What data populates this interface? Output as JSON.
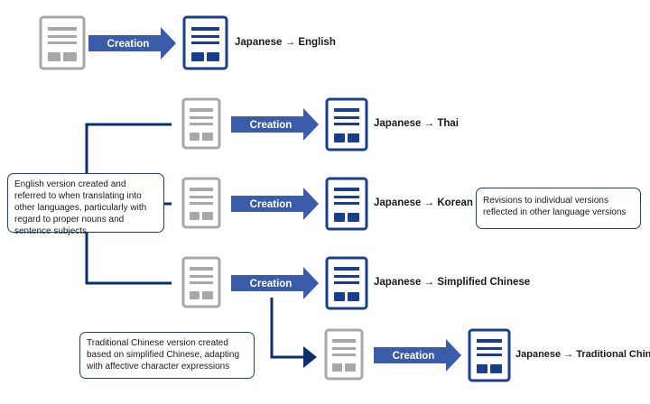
{
  "arrow_label": "Creation",
  "colors": {
    "navy": "#0e2f6e",
    "arrow_blue": "#3a5cab",
    "source_gray": "#a8a8a8",
    "target_blue": "#1b3e8c"
  },
  "outputs": {
    "english": "Japanese → English",
    "thai": "Japanese → Thai",
    "korean": "Japanese → Korean",
    "simplified_chinese": "Japanese → Simplified Chinese",
    "traditional_chinese": "Japanese → Traditional Chinese"
  },
  "notes": {
    "english_reference": "English version created and referred to when translating into other languages, particularly with regard to proper nouns and sentence subjects",
    "revisions": "Revisions to individual versions reflected in other language versions",
    "traditional_chinese": "Traditional Chinese version created based on simplified Chinese, adapting with affective character expressions"
  }
}
